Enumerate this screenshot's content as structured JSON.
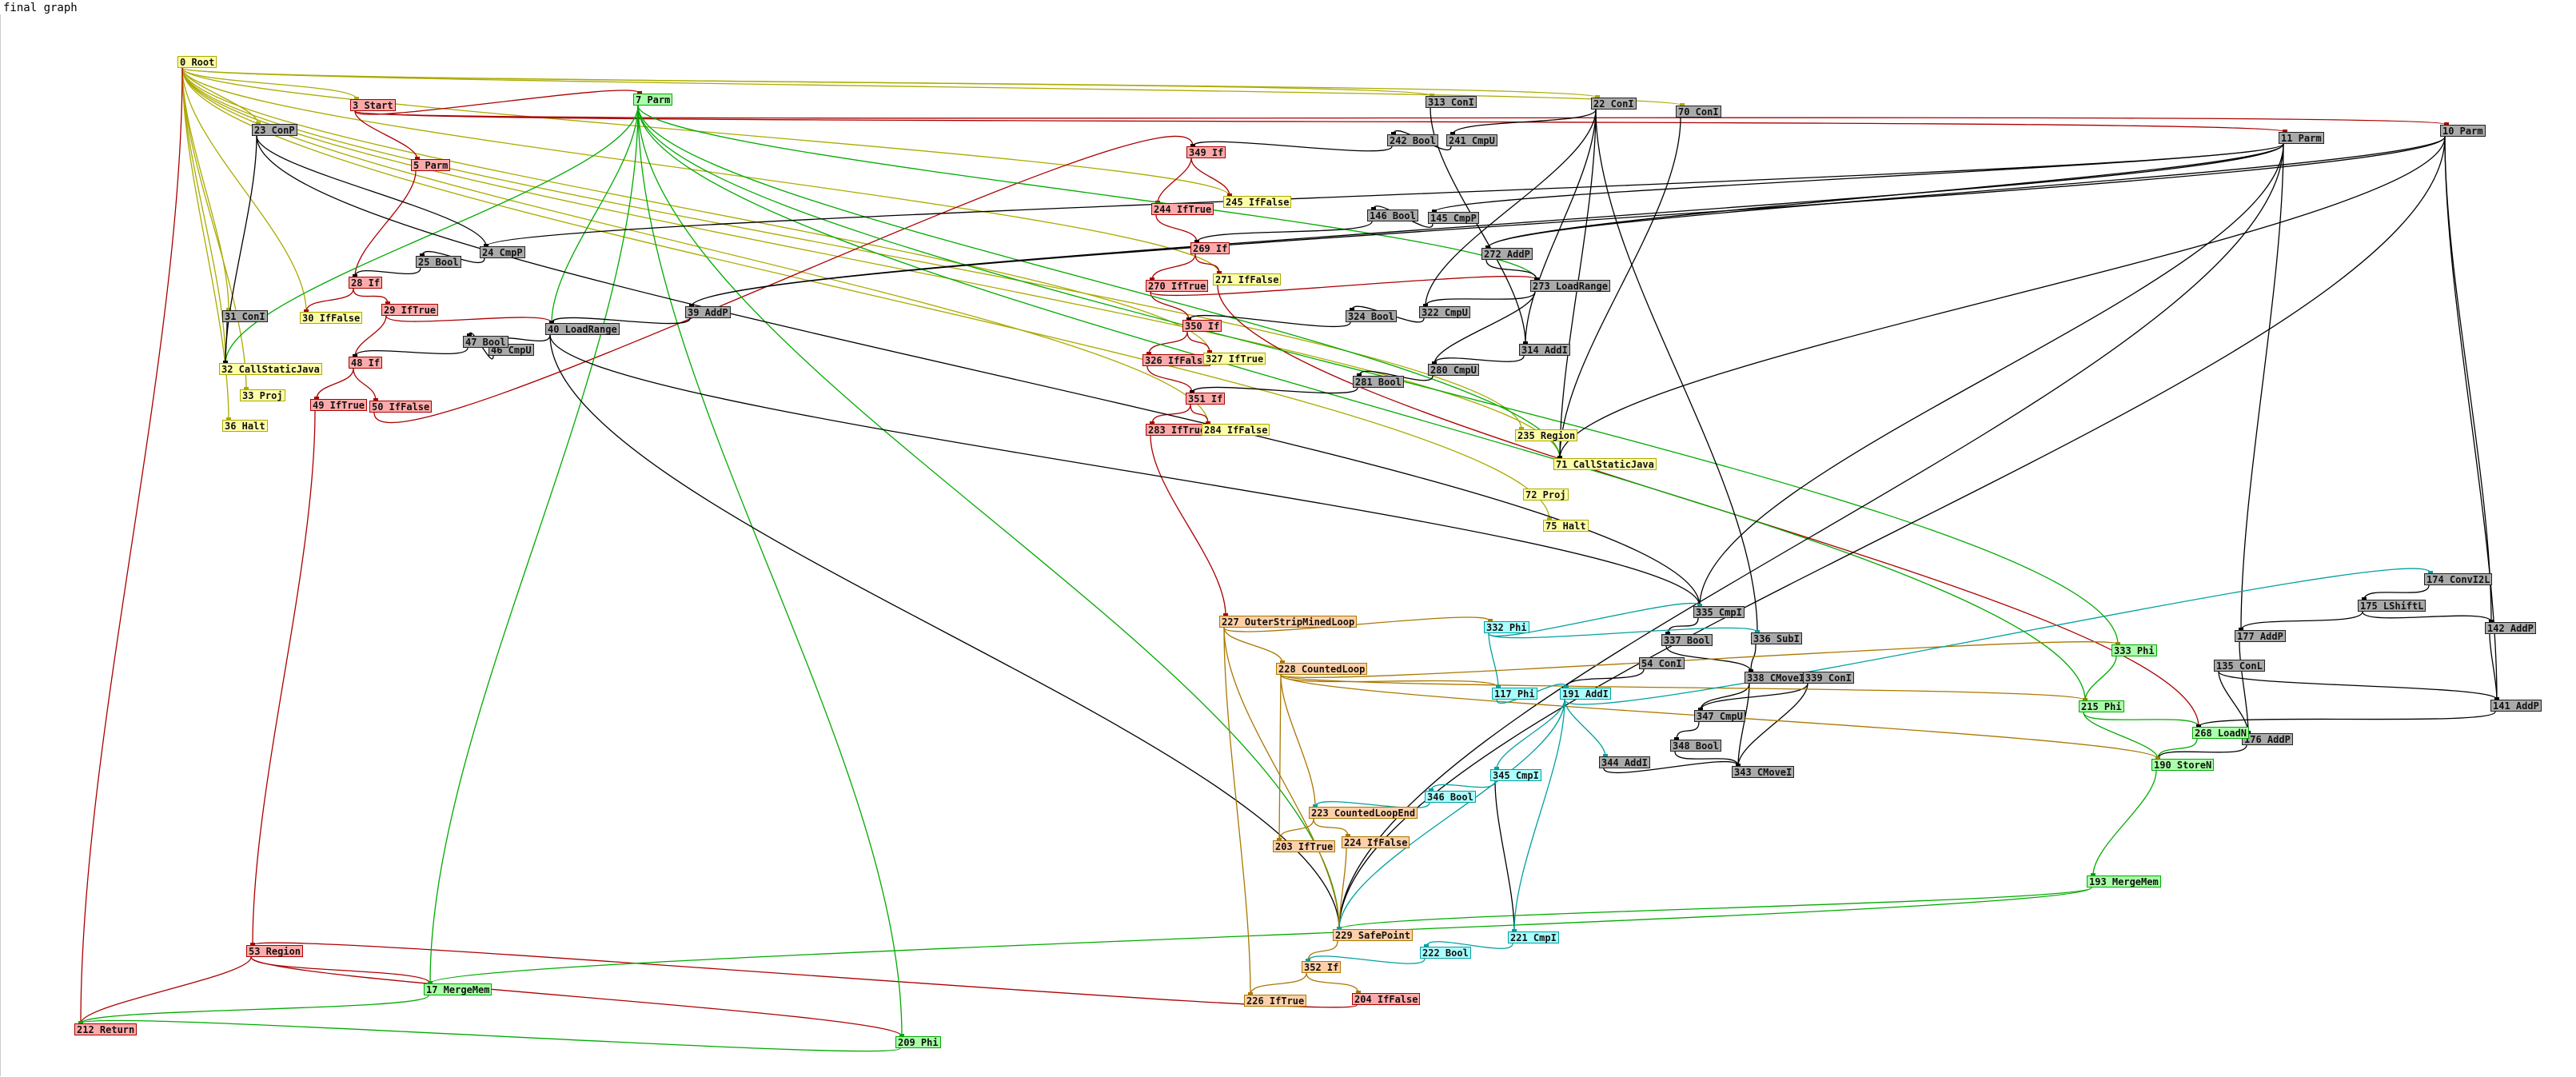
{
  "title": "final graph",
  "colors": {
    "control": "#aa0000",
    "cfg": "#aaaa00",
    "memory": "#00aa00",
    "data": "#000000",
    "loop": "#aa7700",
    "iv": "#00a0a0"
  },
  "nodes": [
    {
      "id": "0",
      "label": "0 Root",
      "kind": "cfg"
    },
    {
      "id": "3",
      "label": "3 Start",
      "kind": "ctrl"
    },
    {
      "id": "5",
      "label": "5 Parm",
      "kind": "ctrl"
    },
    {
      "id": "7",
      "label": "7 Parm",
      "kind": "mem"
    },
    {
      "id": "10",
      "label": "10 Parm",
      "kind": "data"
    },
    {
      "id": "11",
      "label": "11 Parm",
      "kind": "data"
    },
    {
      "id": "17",
      "label": "17 MergeMem",
      "kind": "mem"
    },
    {
      "id": "22",
      "label": "22 ConI",
      "kind": "data"
    },
    {
      "id": "23",
      "label": "23 ConP",
      "kind": "data"
    },
    {
      "id": "24",
      "label": "24 CmpP",
      "kind": "data"
    },
    {
      "id": "25",
      "label": "25 Bool",
      "kind": "data"
    },
    {
      "id": "28",
      "label": "28 If",
      "kind": "ctrl"
    },
    {
      "id": "29",
      "label": "29 IfTrue",
      "kind": "ctrl"
    },
    {
      "id": "30",
      "label": "30 IfFalse",
      "kind": "cfg"
    },
    {
      "id": "31",
      "label": "31 ConI",
      "kind": "data"
    },
    {
      "id": "32",
      "label": "32 CallStaticJava",
      "kind": "cfg"
    },
    {
      "id": "33",
      "label": "33 Proj",
      "kind": "cfg"
    },
    {
      "id": "36",
      "label": "36 Halt",
      "kind": "cfg"
    },
    {
      "id": "39",
      "label": "39 AddP",
      "kind": "data"
    },
    {
      "id": "40",
      "label": "40 LoadRange",
      "kind": "data"
    },
    {
      "id": "46",
      "label": "46 CmpU",
      "kind": "data"
    },
    {
      "id": "47",
      "label": "47 Bool",
      "kind": "data"
    },
    {
      "id": "48",
      "label": "48 If",
      "kind": "ctrl"
    },
    {
      "id": "49",
      "label": "49 IfTrue",
      "kind": "ctrl"
    },
    {
      "id": "50",
      "label": "50 IfFalse",
      "kind": "ctrl"
    },
    {
      "id": "53",
      "label": "53 Region",
      "kind": "ctrl"
    },
    {
      "id": "54",
      "label": "54 ConI",
      "kind": "data"
    },
    {
      "id": "70",
      "label": "70 ConI",
      "kind": "data"
    },
    {
      "id": "71",
      "label": "71 CallStaticJava",
      "kind": "cfg"
    },
    {
      "id": "72",
      "label": "72 Proj",
      "kind": "cfg"
    },
    {
      "id": "75",
      "label": "75 Halt",
      "kind": "cfg"
    },
    {
      "id": "117",
      "label": "117 Phi",
      "kind": "iv"
    },
    {
      "id": "135",
      "label": "135 ConL",
      "kind": "data"
    },
    {
      "id": "141",
      "label": "141 AddP",
      "kind": "data"
    },
    {
      "id": "142",
      "label": "142 AddP",
      "kind": "data"
    },
    {
      "id": "145",
      "label": "145 CmpP",
      "kind": "data"
    },
    {
      "id": "146",
      "label": "146 Bool",
      "kind": "data"
    },
    {
      "id": "174",
      "label": "174 ConvI2L",
      "kind": "data"
    },
    {
      "id": "175",
      "label": "175 LShiftL",
      "kind": "data"
    },
    {
      "id": "176",
      "label": "176 AddP",
      "kind": "data"
    },
    {
      "id": "177",
      "label": "177 AddP",
      "kind": "data"
    },
    {
      "id": "190",
      "label": "190 StoreN",
      "kind": "mem"
    },
    {
      "id": "191",
      "label": "191 AddI",
      "kind": "iv"
    },
    {
      "id": "193",
      "label": "193 MergeMem",
      "kind": "mem"
    },
    {
      "id": "203",
      "label": "203 IfTrue",
      "kind": "loop"
    },
    {
      "id": "204",
      "label": "204 IfFalse",
      "kind": "ctrl"
    },
    {
      "id": "209",
      "label": "209 Phi",
      "kind": "mem"
    },
    {
      "id": "212",
      "label": "212 Return",
      "kind": "ctrl"
    },
    {
      "id": "215",
      "label": "215 Phi",
      "kind": "mem"
    },
    {
      "id": "221",
      "label": "221 CmpI",
      "kind": "iv"
    },
    {
      "id": "222",
      "label": "222 Bool",
      "kind": "iv"
    },
    {
      "id": "223",
      "label": "223 CountedLoopEnd",
      "kind": "loop"
    },
    {
      "id": "224",
      "label": "224 IfFalse",
      "kind": "loop"
    },
    {
      "id": "226",
      "label": "226 IfTrue",
      "kind": "loop"
    },
    {
      "id": "227",
      "label": "227 OuterStripMinedLoop",
      "kind": "loop"
    },
    {
      "id": "228",
      "label": "228 CountedLoop",
      "kind": "loop"
    },
    {
      "id": "229",
      "label": "229 SafePoint",
      "kind": "loop"
    },
    {
      "id": "235",
      "label": "235 Region",
      "kind": "cfg"
    },
    {
      "id": "241",
      "label": "241 CmpU",
      "kind": "data"
    },
    {
      "id": "242",
      "label": "242 Bool",
      "kind": "data"
    },
    {
      "id": "244",
      "label": "244 IfTrue",
      "kind": "ctrl"
    },
    {
      "id": "245",
      "label": "245 IfFalse",
      "kind": "cfg"
    },
    {
      "id": "268",
      "label": "268 LoadN",
      "kind": "mem"
    },
    {
      "id": "269",
      "label": "269 If",
      "kind": "ctrl"
    },
    {
      "id": "270",
      "label": "270 IfTrue",
      "kind": "ctrl"
    },
    {
      "id": "271",
      "label": "271 IfFalse",
      "kind": "cfg"
    },
    {
      "id": "272",
      "label": "272 AddP",
      "kind": "data"
    },
    {
      "id": "273",
      "label": "273 LoadRange",
      "kind": "data"
    },
    {
      "id": "280",
      "label": "280 CmpU",
      "kind": "data"
    },
    {
      "id": "281",
      "label": "281 Bool",
      "kind": "data"
    },
    {
      "id": "283",
      "label": "283 IfTrue",
      "kind": "ctrl"
    },
    {
      "id": "284",
      "label": "284 IfFalse",
      "kind": "cfg"
    },
    {
      "id": "313",
      "label": "313 ConI",
      "kind": "data"
    },
    {
      "id": "314",
      "label": "314 AddI",
      "kind": "data"
    },
    {
      "id": "322",
      "label": "322 CmpU",
      "kind": "data"
    },
    {
      "id": "324",
      "label": "324 Bool",
      "kind": "data"
    },
    {
      "id": "326",
      "label": "326 IfFalse",
      "kind": "ctrl"
    },
    {
      "id": "327",
      "label": "327 IfTrue",
      "kind": "cfg"
    },
    {
      "id": "332",
      "label": "332 Phi",
      "kind": "iv"
    },
    {
      "id": "333",
      "label": "333 Phi",
      "kind": "mem"
    },
    {
      "id": "335",
      "label": "335 CmpI",
      "kind": "data"
    },
    {
      "id": "336",
      "label": "336 SubI",
      "kind": "data"
    },
    {
      "id": "337",
      "label": "337 Bool",
      "kind": "data"
    },
    {
      "id": "338",
      "label": "338 CMoveI",
      "kind": "data"
    },
    {
      "id": "339",
      "label": "339 ConI",
      "kind": "data"
    },
    {
      "id": "343",
      "label": "343 CMoveI",
      "kind": "data"
    },
    {
      "id": "344",
      "label": "344 AddI",
      "kind": "data"
    },
    {
      "id": "345",
      "label": "345 CmpI",
      "kind": "iv"
    },
    {
      "id": "346",
      "label": "346 Bool",
      "kind": "iv"
    },
    {
      "id": "347",
      "label": "347 CmpU",
      "kind": "data"
    },
    {
      "id": "348",
      "label": "348 Bool",
      "kind": "data"
    },
    {
      "id": "349",
      "label": "349 If",
      "kind": "ctrl"
    },
    {
      "id": "350",
      "label": "350 If",
      "kind": "ctrl"
    },
    {
      "id": "351",
      "label": "351 If",
      "kind": "ctrl"
    },
    {
      "id": "352",
      "label": "352 If",
      "kind": "loop"
    }
  ],
  "edges": [
    [
      "0",
      "3",
      "cfg"
    ],
    [
      "0",
      "23",
      "cfg"
    ],
    [
      "0",
      "31",
      "cfg"
    ],
    [
      "0",
      "30",
      "cfg"
    ],
    [
      "0",
      "32",
      "cfg"
    ],
    [
      "0",
      "33",
      "cfg"
    ],
    [
      "0",
      "36",
      "cfg"
    ],
    [
      "0",
      "22",
      "cfg"
    ],
    [
      "0",
      "313",
      "cfg"
    ],
    [
      "0",
      "70",
      "cfg"
    ],
    [
      "0",
      "245",
      "cfg"
    ],
    [
      "0",
      "271",
      "cfg"
    ],
    [
      "0",
      "284",
      "cfg"
    ],
    [
      "0",
      "327",
      "cfg"
    ],
    [
      "0",
      "235",
      "cfg"
    ],
    [
      "0",
      "71",
      "cfg"
    ],
    [
      "0",
      "75",
      "cfg"
    ],
    [
      "0",
      "212",
      "control"
    ],
    [
      "3",
      "5",
      "control"
    ],
    [
      "3",
      "7",
      "control"
    ],
    [
      "3",
      "11",
      "control"
    ],
    [
      "3",
      "10",
      "control"
    ],
    [
      "5",
      "28",
      "control"
    ],
    [
      "28",
      "29",
      "control"
    ],
    [
      "28",
      "30",
      "control"
    ],
    [
      "29",
      "48",
      "control"
    ],
    [
      "29",
      "40",
      "control"
    ],
    [
      "48",
      "49",
      "control"
    ],
    [
      "48",
      "50",
      "control"
    ],
    [
      "49",
      "53",
      "control"
    ],
    [
      "50",
      "349",
      "control"
    ],
    [
      "349",
      "244",
      "control"
    ],
    [
      "349",
      "245",
      "control"
    ],
    [
      "244",
      "269",
      "control"
    ],
    [
      "269",
      "270",
      "control"
    ],
    [
      "269",
      "271",
      "control"
    ],
    [
      "270",
      "273",
      "control"
    ],
    [
      "270",
      "350",
      "control"
    ],
    [
      "350",
      "326",
      "control"
    ],
    [
      "350",
      "327",
      "control"
    ],
    [
      "326",
      "351",
      "control"
    ],
    [
      "351",
      "283",
      "control"
    ],
    [
      "351",
      "284",
      "control"
    ],
    [
      "283",
      "227",
      "control"
    ],
    [
      "271",
      "268",
      "control"
    ],
    [
      "53",
      "212",
      "control"
    ],
    [
      "53",
      "17",
      "control"
    ],
    [
      "53",
      "209",
      "control"
    ],
    [
      "204",
      "53",
      "control"
    ],
    [
      "7",
      "32",
      "memory"
    ],
    [
      "7",
      "40",
      "memory"
    ],
    [
      "7",
      "17",
      "memory"
    ],
    [
      "7",
      "209",
      "memory"
    ],
    [
      "7",
      "273",
      "memory"
    ],
    [
      "7",
      "71",
      "memory"
    ],
    [
      "7",
      "333",
      "memory"
    ],
    [
      "7",
      "215",
      "memory"
    ],
    [
      "7",
      "229",
      "memory"
    ],
    [
      "333",
      "215",
      "memory"
    ],
    [
      "215",
      "268",
      "memory"
    ],
    [
      "215",
      "190",
      "memory"
    ],
    [
      "268",
      "190",
      "memory"
    ],
    [
      "190",
      "193",
      "memory"
    ],
    [
      "193",
      "229",
      "memory"
    ],
    [
      "193",
      "17",
      "memory"
    ],
    [
      "17",
      "212",
      "memory"
    ],
    [
      "209",
      "212",
      "memory"
    ],
    [
      "23",
      "24",
      "data"
    ],
    [
      "23",
      "32",
      "data"
    ],
    [
      "23",
      "335",
      "data"
    ],
    [
      "24",
      "25",
      "data"
    ],
    [
      "25",
      "28",
      "data"
    ],
    [
      "31",
      "32",
      "data"
    ],
    [
      "39",
      "40",
      "data"
    ],
    [
      "40",
      "46",
      "data"
    ],
    [
      "46",
      "47",
      "data"
    ],
    [
      "47",
      "48",
      "data"
    ],
    [
      "40",
      "229",
      "data"
    ],
    [
      "40",
      "335",
      "data"
    ],
    [
      "11",
      "39",
      "data"
    ],
    [
      "11",
      "24",
      "data"
    ],
    [
      "11",
      "145",
      "data"
    ],
    [
      "11",
      "272",
      "data"
    ],
    [
      "11",
      "177",
      "data"
    ],
    [
      "11",
      "229",
      "data"
    ],
    [
      "11",
      "335",
      "data"
    ],
    [
      "10",
      "272",
      "data"
    ],
    [
      "10",
      "39",
      "data"
    ],
    [
      "10",
      "142",
      "data"
    ],
    [
      "10",
      "141",
      "data"
    ],
    [
      "10",
      "229",
      "data"
    ],
    [
      "10",
      "71",
      "data"
    ],
    [
      "22",
      "241",
      "data"
    ],
    [
      "22",
      "322",
      "data"
    ],
    [
      "22",
      "314",
      "data"
    ],
    [
      "22",
      "71",
      "data"
    ],
    [
      "22",
      "336",
      "data"
    ],
    [
      "313",
      "314",
      "data"
    ],
    [
      "70",
      "71",
      "data"
    ],
    [
      "241",
      "242",
      "data"
    ],
    [
      "242",
      "349",
      "data"
    ],
    [
      "145",
      "146",
      "data"
    ],
    [
      "146",
      "269",
      "data"
    ],
    [
      "272",
      "273",
      "data"
    ],
    [
      "273",
      "322",
      "data"
    ],
    [
      "273",
      "280",
      "data"
    ],
    [
      "322",
      "324",
      "data"
    ],
    [
      "324",
      "350",
      "data"
    ],
    [
      "314",
      "280",
      "data"
    ],
    [
      "280",
      "281",
      "data"
    ],
    [
      "281",
      "351",
      "data"
    ],
    [
      "174",
      "175",
      "data"
    ],
    [
      "175",
      "177",
      "data"
    ],
    [
      "175",
      "142",
      "data"
    ],
    [
      "177",
      "176",
      "data"
    ],
    [
      "135",
      "176",
      "data"
    ],
    [
      "135",
      "141",
      "data"
    ],
    [
      "142",
      "141",
      "data"
    ],
    [
      "141",
      "268",
      "data"
    ],
    [
      "176",
      "190",
      "data"
    ],
    [
      "335",
      "337",
      "data"
    ],
    [
      "336",
      "338",
      "data"
    ],
    [
      "337",
      "338",
      "data"
    ],
    [
      "338",
      "347",
      "data"
    ],
    [
      "339",
      "347",
      "data"
    ],
    [
      "339",
      "343",
      "data"
    ],
    [
      "338",
      "343",
      "data"
    ],
    [
      "347",
      "348",
      "data"
    ],
    [
      "348",
      "343",
      "data"
    ],
    [
      "344",
      "343",
      "data"
    ],
    [
      "54",
      "191",
      "data"
    ],
    [
      "345",
      "221",
      "data"
    ],
    [
      "227",
      "228",
      "loop"
    ],
    [
      "227",
      "332",
      "loop"
    ],
    [
      "227",
      "229",
      "loop"
    ],
    [
      "227",
      "226",
      "loop"
    ],
    [
      "228",
      "117",
      "loop"
    ],
    [
      "228",
      "223",
      "loop"
    ],
    [
      "228",
      "203",
      "loop"
    ],
    [
      "228",
      "190",
      "loop"
    ],
    [
      "228",
      "333",
      "loop"
    ],
    [
      "228",
      "215",
      "loop"
    ],
    [
      "223",
      "203",
      "loop"
    ],
    [
      "223",
      "224",
      "loop"
    ],
    [
      "224",
      "229",
      "loop"
    ],
    [
      "229",
      "352",
      "loop"
    ],
    [
      "352",
      "226",
      "loop"
    ],
    [
      "352",
      "204",
      "loop"
    ],
    [
      "332",
      "117",
      "iv"
    ],
    [
      "332",
      "335",
      "iv"
    ],
    [
      "332",
      "336",
      "iv"
    ],
    [
      "117",
      "191",
      "iv"
    ],
    [
      "191",
      "345",
      "iv"
    ],
    [
      "191",
      "344",
      "iv"
    ],
    [
      "191",
      "221",
      "iv"
    ],
    [
      "191",
      "229",
      "iv"
    ],
    [
      "345",
      "346",
      "iv"
    ],
    [
      "346",
      "223",
      "iv"
    ],
    [
      "221",
      "222",
      "iv"
    ],
    [
      "222",
      "352",
      "iv"
    ],
    [
      "191",
      "174",
      "iv"
    ]
  ]
}
